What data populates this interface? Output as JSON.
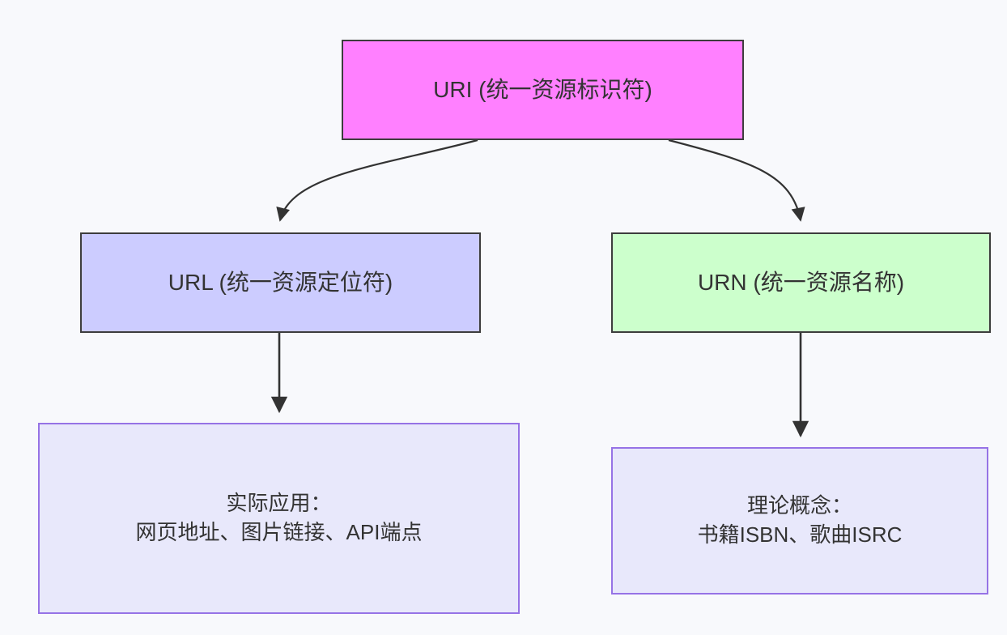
{
  "diagram": {
    "type": "flowchart",
    "direction": "top-down",
    "background_color": "#f8f9fc",
    "text_color": "#333333",
    "nodes": [
      {
        "id": "uri",
        "label": "URI (统一资源标识符)",
        "fill": "#ff80ff",
        "stroke": "#3d3d3d",
        "level": 0
      },
      {
        "id": "url",
        "label": "URL (统一资源定位符)",
        "fill": "#ccccff",
        "stroke": "#3d3d3d",
        "level": 1
      },
      {
        "id": "urn",
        "label": "URN (统一资源名称)",
        "fill": "#ccffcc",
        "stroke": "#3d3d3d",
        "level": 1
      },
      {
        "id": "url_examples",
        "label": "实际应用：\n网页地址、图片链接、API端点",
        "fill": "#e8e8fb",
        "stroke": "#9673e6",
        "level": 2
      },
      {
        "id": "urn_examples",
        "label": "理论概念：\n书籍ISBN、歌曲ISRC",
        "fill": "#e8e8fb",
        "stroke": "#9673e6",
        "level": 2
      }
    ],
    "edges": [
      {
        "from": "uri",
        "to": "url",
        "style": "curved",
        "arrow": "filled-triangle",
        "color": "#333333"
      },
      {
        "from": "uri",
        "to": "urn",
        "style": "curved",
        "arrow": "filled-triangle",
        "color": "#333333"
      },
      {
        "from": "url",
        "to": "url_examples",
        "style": "straight",
        "arrow": "filled-triangle",
        "color": "#333333"
      },
      {
        "from": "urn",
        "to": "urn_examples",
        "style": "straight",
        "arrow": "filled-triangle",
        "color": "#333333"
      }
    ]
  }
}
